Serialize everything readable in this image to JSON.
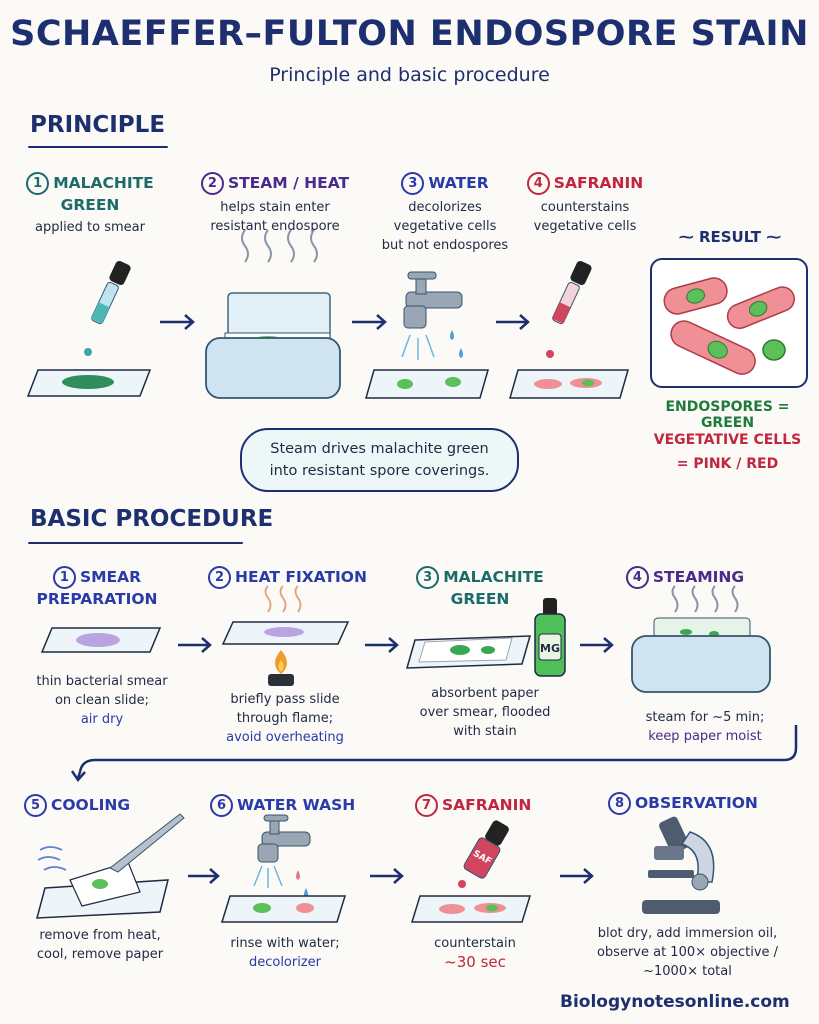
{
  "title": "SCHAEFFER–FULTON ENDOSPORE STAIN",
  "subtitle": "Principle and basic procedure",
  "principle": {
    "heading": "PRINCIPLE",
    "steps": [
      {
        "num": "1",
        "label_line1": "MALACHITE",
        "label_line2": "GREEN",
        "desc": "applied to smear"
      },
      {
        "num": "2",
        "label_line1": "STEAM / HEAT",
        "desc_line1": "helps stain enter",
        "desc_line2": "resistant endospore"
      },
      {
        "num": "3",
        "label_line1": "WATER",
        "desc_line1": "decolorizes",
        "desc_line2": "vegetative cells",
        "desc_line3": "but not endospores"
      },
      {
        "num": "4",
        "label_line1": "SAFRANIN",
        "desc_line1": "counterstains",
        "desc_line2": "vegetative cells"
      }
    ],
    "result": {
      "label": "RESULT",
      "endospores": "ENDOSPORES = GREEN",
      "vegetative_line1": "VEGETATIVE CELLS",
      "vegetative_line2": "= PINK / RED"
    },
    "note_line1": "Steam drives malachite green",
    "note_line2": "into resistant spore coverings."
  },
  "procedure": {
    "heading": "BASIC PROCEDURE",
    "steps": [
      {
        "num": "1",
        "label_line1": "SMEAR",
        "label_line2": "PREPARATION",
        "desc_line1": "thin bacterial smear",
        "desc_line2": "on clean slide;",
        "desc_line3": "air dry"
      },
      {
        "num": "2",
        "label_line1": "HEAT FIXATION",
        "desc_line1": "briefly pass slide",
        "desc_line2": "through flame;",
        "desc_line3": "avoid overheating"
      },
      {
        "num": "3",
        "label_line1": "MALACHITE",
        "label_line2": "GREEN",
        "bottle_label": "MG",
        "desc_line1": "absorbent paper",
        "desc_line2": "over smear, flooded",
        "desc_line3": "with stain"
      },
      {
        "num": "4",
        "label_line1": "STEAMING",
        "desc_line1": "steam for ~5 min;",
        "desc_line2": "keep paper moist"
      },
      {
        "num": "5",
        "label_line1": "COOLING",
        "desc_line1": "remove from heat,",
        "desc_line2": "cool, remove paper"
      },
      {
        "num": "6",
        "label_line1": "WATER WASH",
        "desc_line1": "rinse with water;",
        "desc_line2": "decolorizer"
      },
      {
        "num": "7",
        "label_line1": "SAFRANIN",
        "bottle_label": "SAF",
        "desc_line1": "counterstain",
        "desc_line2": "~30 sec"
      },
      {
        "num": "8",
        "label_line1": "OBSERVATION",
        "desc_line1": "blot dry, add immersion oil,",
        "desc_line2": "observe at 100× objective /",
        "desc_line3": "~1000× total"
      }
    ]
  },
  "footer": "Biologynotesonline.com",
  "colors": {
    "navy": "#1d2f6f",
    "teal": "#1c6a6a",
    "purple": "#4a2a8a",
    "red": "#c2253f",
    "green": "#1f7a3c",
    "pink": "#e88a8f"
  }
}
